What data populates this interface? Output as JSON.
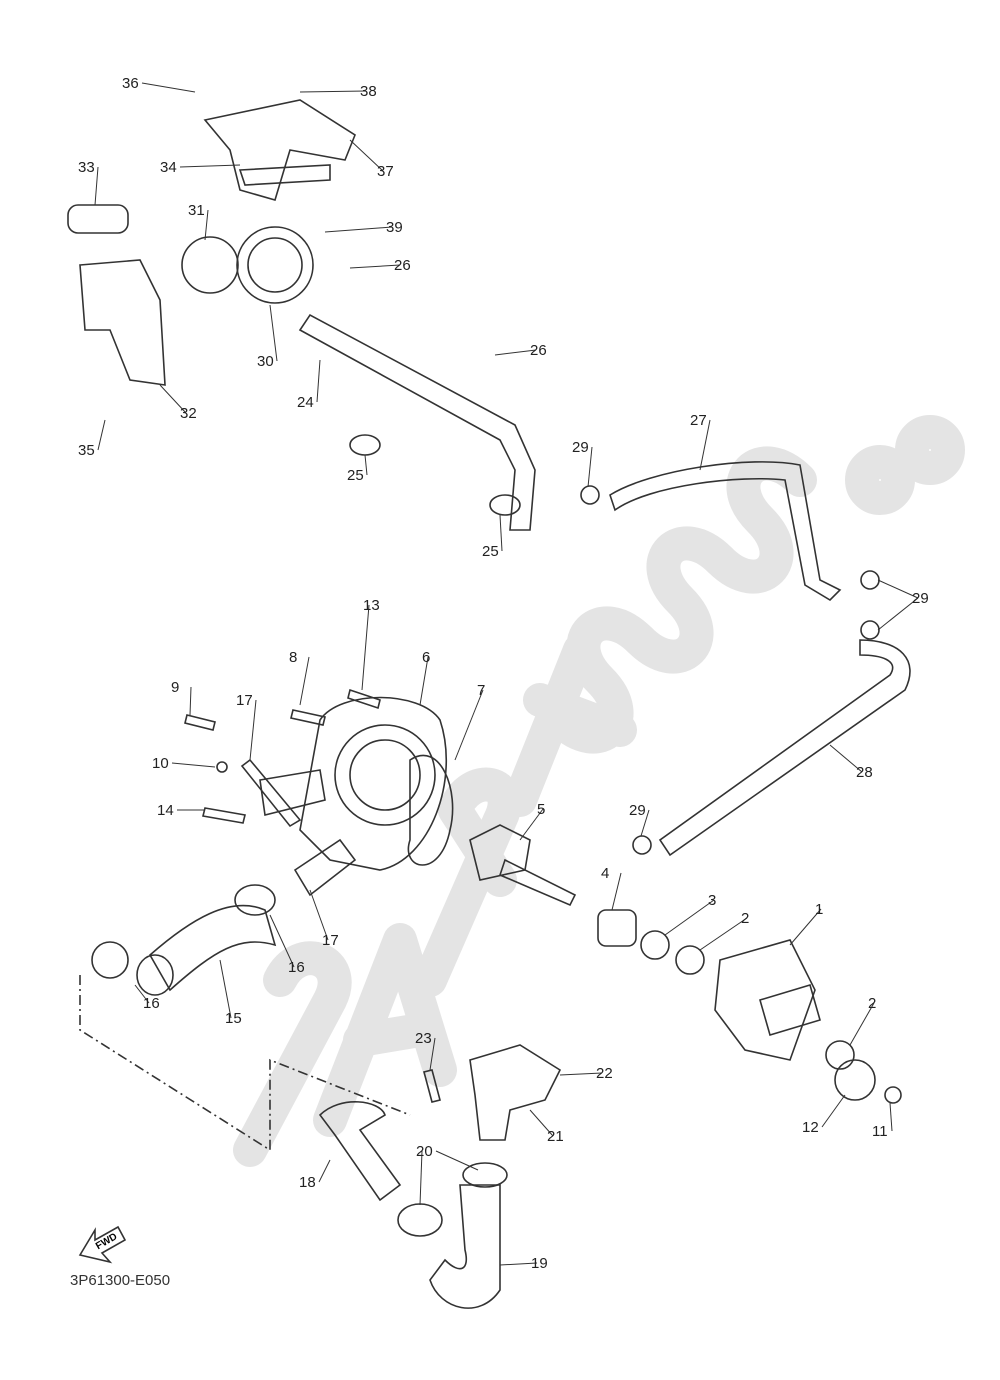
{
  "diagram": {
    "code": "3P61300-E050",
    "fwd_label": "FWD",
    "watermark": "PARTSSS.com",
    "callouts": [
      "36",
      "38",
      "34",
      "37",
      "33",
      "31",
      "39",
      "26",
      "30",
      "32",
      "35",
      "24",
      "25",
      "26",
      "25",
      "29",
      "27",
      "29",
      "28",
      "13",
      "8",
      "6",
      "9",
      "17",
      "7",
      "10",
      "14",
      "29",
      "5",
      "4",
      "3",
      "2",
      "1",
      "17",
      "16",
      "16",
      "15",
      "2",
      "23",
      "22",
      "12",
      "11",
      "21",
      "20",
      "18",
      "19"
    ],
    "colors": {
      "line": "#333333",
      "watermark": "#d8d8d8"
    }
  }
}
